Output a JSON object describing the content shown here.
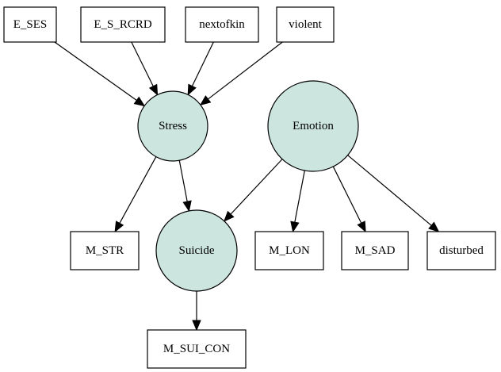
{
  "diagram": {
    "nodes": [
      {
        "id": "E_SES",
        "label": "E_SES",
        "shape": "box"
      },
      {
        "id": "E_S_RCRD",
        "label": "E_S_RCRD",
        "shape": "box"
      },
      {
        "id": "nextofkin",
        "label": "nextofkin",
        "shape": "box"
      },
      {
        "id": "violent",
        "label": "violent",
        "shape": "box"
      },
      {
        "id": "Stress",
        "label": "Stress",
        "shape": "circle"
      },
      {
        "id": "Emotion",
        "label": "Emotion",
        "shape": "circle"
      },
      {
        "id": "M_STR",
        "label": "M_STR",
        "shape": "box"
      },
      {
        "id": "Suicide",
        "label": "Suicide",
        "shape": "circle"
      },
      {
        "id": "M_LON",
        "label": "M_LON",
        "shape": "box"
      },
      {
        "id": "M_SAD",
        "label": "M_SAD",
        "shape": "box"
      },
      {
        "id": "disturbed",
        "label": "disturbed",
        "shape": "box"
      },
      {
        "id": "M_SUI_CON",
        "label": "M_SUI_CON",
        "shape": "box"
      }
    ],
    "edges": [
      {
        "from": "E_SES",
        "to": "Stress"
      },
      {
        "from": "E_S_RCRD",
        "to": "Stress"
      },
      {
        "from": "nextofkin",
        "to": "Stress"
      },
      {
        "from": "violent",
        "to": "Stress"
      },
      {
        "from": "Stress",
        "to": "M_STR"
      },
      {
        "from": "Stress",
        "to": "Suicide"
      },
      {
        "from": "Emotion",
        "to": "Suicide"
      },
      {
        "from": "Emotion",
        "to": "M_LON"
      },
      {
        "from": "Emotion",
        "to": "M_SAD"
      },
      {
        "from": "Emotion",
        "to": "disturbed"
      },
      {
        "from": "Suicide",
        "to": "M_SUI_CON"
      }
    ],
    "colors": {
      "latent_fill": "#cce5df",
      "observed_fill": "#ffffff",
      "stroke": "#000000"
    }
  }
}
